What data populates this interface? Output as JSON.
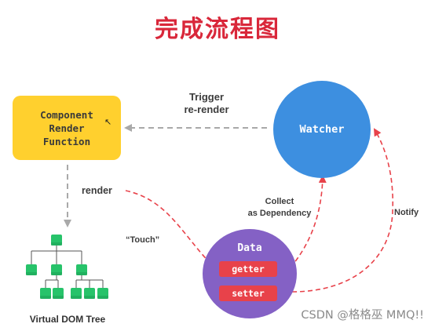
{
  "page": {
    "title": "完成流程图"
  },
  "nodes": {
    "component": {
      "line1": "Component",
      "line2": "Render",
      "line3": "Function"
    },
    "watcher": "Watcher",
    "data": {
      "title": "Data",
      "getter": "getter",
      "setter": "setter"
    },
    "vdom_label": "Virtual DOM Tree"
  },
  "edges": {
    "trigger_line1": "Trigger",
    "trigger_line2": "re-render",
    "render": "render",
    "touch": "“Touch”",
    "collect_line1": "Collect",
    "collect_line2": "as Dependency",
    "notify": "Notify"
  },
  "watermark": "CSDN @格格巫 MMQ!!",
  "colors": {
    "title": "#d9273a",
    "component": "#ffd02e",
    "watcher": "#3d8fe0",
    "data": "#8461c5",
    "pill": "#e8424a",
    "tree_node": "#27c36a",
    "arrow_gray": "#a9a9a9",
    "arrow_red": "#e8424a"
  },
  "icons": [
    "mouse-cursor-icon",
    "tree-node-icon"
  ]
}
